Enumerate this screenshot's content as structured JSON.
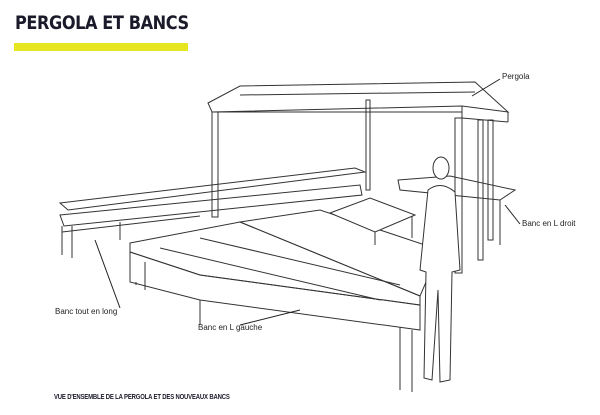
{
  "title": "PERGOLA ET BANCS",
  "accent_color": "#e6e620",
  "labels": {
    "pergola": "Pergola",
    "banc_l_droit": "Banc en L droit",
    "banc_tout_en_long": "Banc tout en long",
    "banc_l_gauche": "Banc en L gauche"
  },
  "caption": "VUE D'ENSEMBLE DE LA PERGOLA ET DES NOUVEAUX BANCS"
}
